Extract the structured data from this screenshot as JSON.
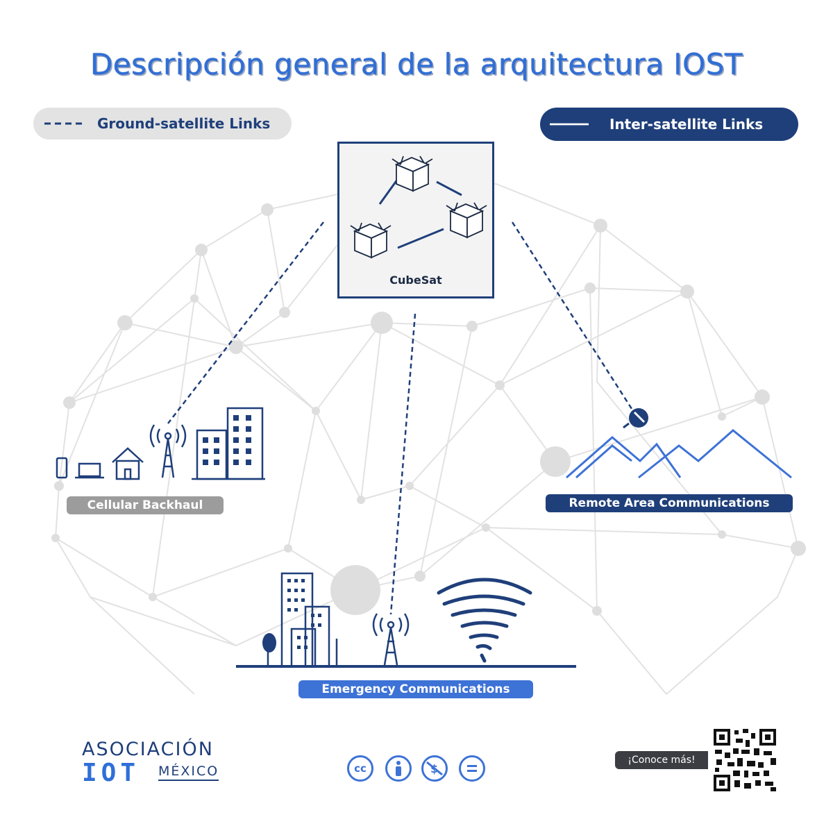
{
  "title": "Descripción general de la arquitectura IOST",
  "legend": {
    "ground_label": "Ground-satellite Links",
    "inter_label": "Inter-satellite Links"
  },
  "cubesat": {
    "label": "CubeSat"
  },
  "sections": {
    "cellular": "Cellular Backhaul",
    "remote": "Remote Area Communications",
    "emergency": "Emergency Communications"
  },
  "footer": {
    "logo_line1": "ASOCIACIÓN",
    "logo_iot": "IOT",
    "logo_mexico": "MÉXICO",
    "cc_label": "cc",
    "cta": "¡Conoce más!"
  },
  "colors": {
    "navy": "#1f3f7a",
    "blue": "#3d72d6",
    "title_blue": "#2f6fd8",
    "gray": "#9c9c9c"
  },
  "icons": [
    "cube-satellite-icon",
    "phone-icon",
    "laptop-icon",
    "house-icon",
    "antenna-tower-icon",
    "building-icon",
    "satellite-dish-icon",
    "mountains-icon",
    "city-icon",
    "tornado-icon",
    "cc-icon",
    "by-person-icon",
    "noncommercial-icon",
    "noderivs-icon",
    "qr-code-icon"
  ]
}
